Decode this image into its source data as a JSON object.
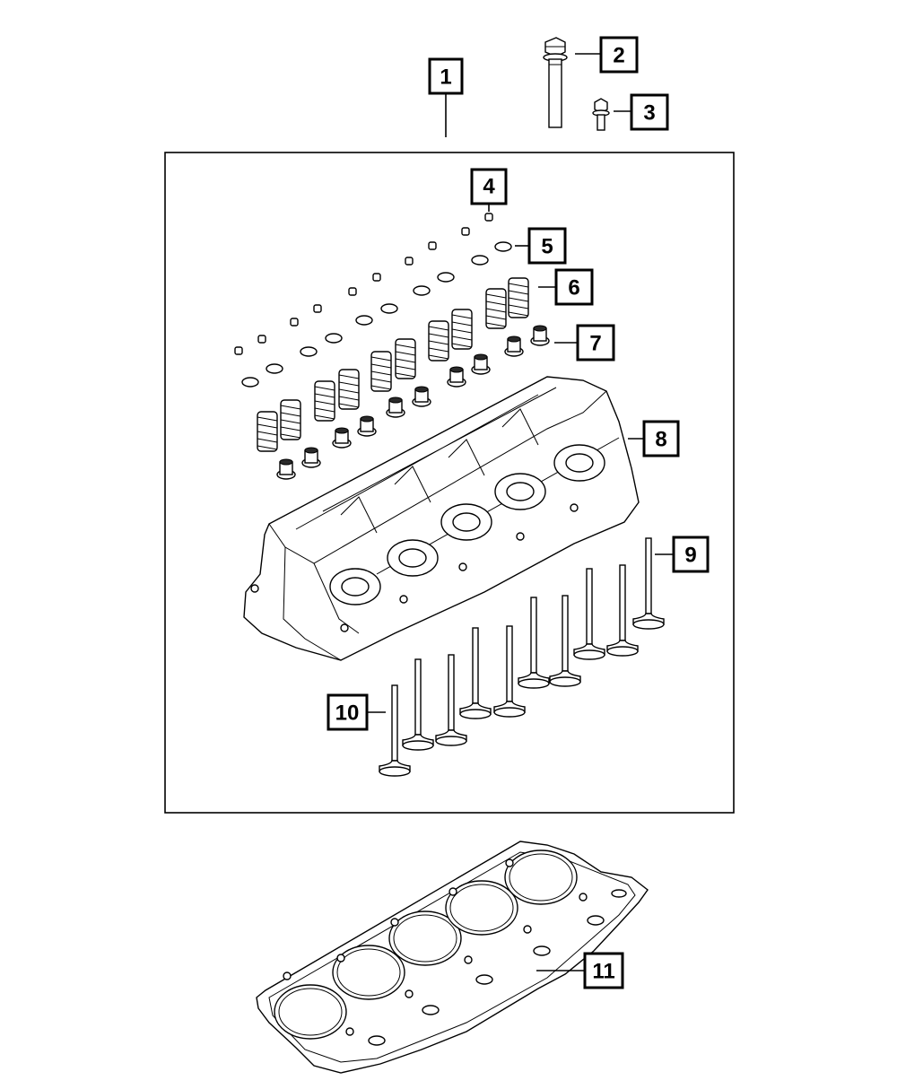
{
  "diagram": {
    "callouts": [
      {
        "id": "1",
        "label": "1"
      },
      {
        "id": "2",
        "label": "2"
      },
      {
        "id": "3",
        "label": "3"
      },
      {
        "id": "4",
        "label": "4"
      },
      {
        "id": "5",
        "label": "5"
      },
      {
        "id": "6",
        "label": "6"
      },
      {
        "id": "7",
        "label": "7"
      },
      {
        "id": "8",
        "label": "8"
      },
      {
        "id": "9",
        "label": "9"
      },
      {
        "id": "10",
        "label": "10"
      },
      {
        "id": "11",
        "label": "11"
      }
    ],
    "parts": [
      {
        "callout": "2",
        "name": "head-bolt-long-icon"
      },
      {
        "callout": "3",
        "name": "head-bolt-short-icon"
      },
      {
        "callout": "4",
        "name": "valve-keeper-icon"
      },
      {
        "callout": "5",
        "name": "spring-retainer-icon"
      },
      {
        "callout": "6",
        "name": "valve-spring-icon"
      },
      {
        "callout": "7",
        "name": "valve-stem-seal-icon"
      },
      {
        "callout": "8",
        "name": "cylinder-head-icon"
      },
      {
        "callout": "9",
        "name": "exhaust-valve-icon"
      },
      {
        "callout": "10",
        "name": "intake-valve-icon"
      },
      {
        "callout": "11",
        "name": "head-gasket-icon"
      }
    ]
  }
}
